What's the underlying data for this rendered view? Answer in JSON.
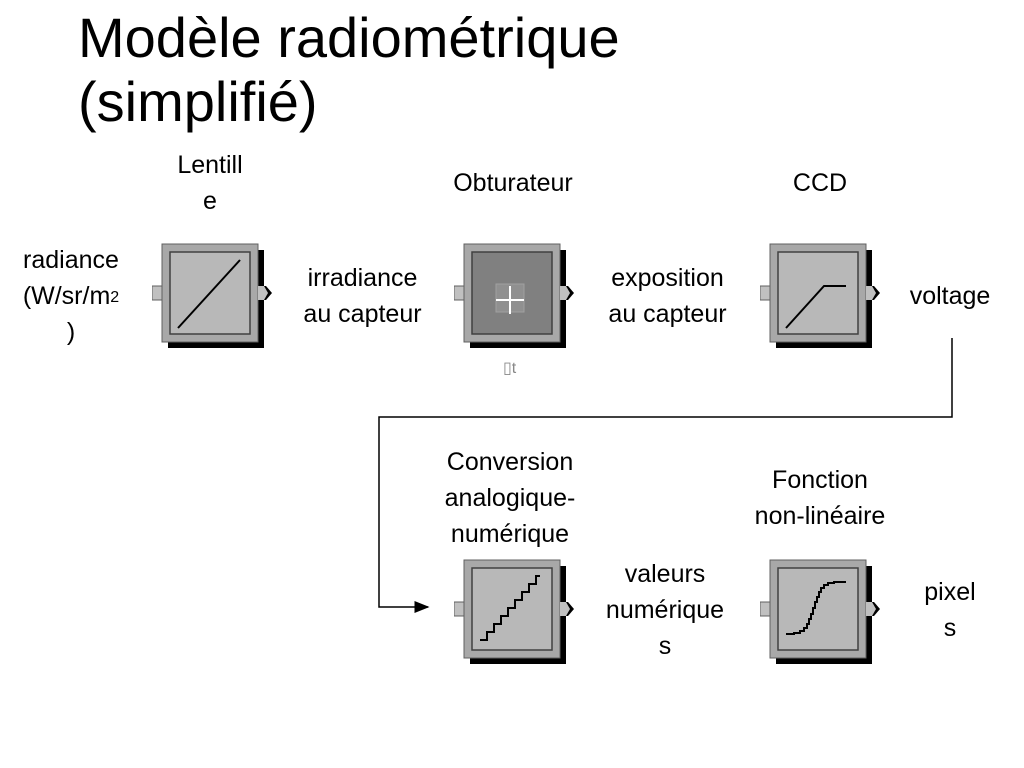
{
  "title": {
    "line1": "Modèle radiométrique",
    "line2": "(simplifié)"
  },
  "blocks": {
    "lens": {
      "label_line1": "Lentill",
      "label_line2": "e",
      "icon": "linear-ramp-icon"
    },
    "shutter": {
      "label": "Obturateur",
      "icon": "plus-gain-icon",
      "sublabel": "▯t"
    },
    "ccd": {
      "label": "CCD",
      "icon": "saturation-ramp-icon"
    },
    "adc": {
      "label_line1": "Conversion",
      "label_line2": "analogique-",
      "label_line3": "numérique",
      "icon": "staircase-icon"
    },
    "nonlinear": {
      "label_line1": "Fonction",
      "label_line2": "non-linéaire",
      "icon": "s-curve-icon"
    }
  },
  "signals": {
    "radiance": {
      "line1": "radiance",
      "line2": "(W/sr/m",
      "sup": "2",
      "line3": ")"
    },
    "irradiance": {
      "line1": "irradiance",
      "line2": "au capteur"
    },
    "exposition": {
      "line1": "exposition",
      "line2": "au capteur"
    },
    "voltage": {
      "line1": "voltage"
    },
    "valeurs": {
      "line1": "valeurs",
      "line2": "numérique",
      "line3": "s"
    },
    "pixels": {
      "line1": "pixel",
      "line2": "s"
    }
  },
  "colors": {
    "block_body": "#a8a8a8",
    "block_face": "#b8b8b8",
    "block_dark_face": "#808080",
    "shadow": "#000000",
    "port": "#c0c0c0"
  }
}
